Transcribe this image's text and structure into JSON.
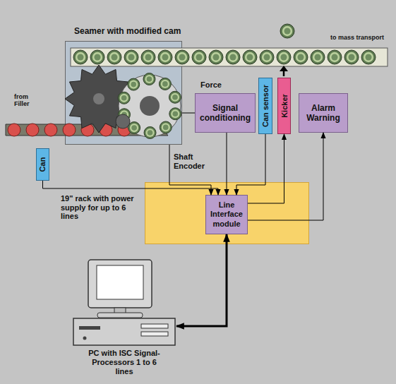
{
  "diagram": {
    "nodes": [
      {
        "text": [
          "Seamer with modified cam"
        ]
      },
      {
        "text": [
          "Signal conditioning"
        ]
      },
      {
        "text": [
          "Can sensor"
        ]
      },
      {
        "text": [
          "Kicker"
        ]
      },
      {
        "text": [
          "Alarm Warning"
        ]
      },
      {
        "text": [
          "Can"
        ]
      },
      {
        "text": [
          "19\" rack with power supply for up to 6 lines"
        ]
      },
      {
        "text": [
          "Line Interface module"
        ],
        "in": 6
      },
      {
        "text": [
          "PC with ISC Signal-Processors 1 to 6 lines"
        ]
      }
    ],
    "edges": [
      {
        "from": 0,
        "to": 1,
        "label": "Force",
        "arrow": "none"
      },
      {
        "from": 0,
        "to": 7,
        "label": "Shaft Encoder",
        "arrow": "to"
      },
      {
        "from": 5,
        "to": 7,
        "arrow": "to"
      },
      {
        "from": 1,
        "to": 7,
        "arrow": "to"
      },
      {
        "from": 2,
        "to": 7,
        "arrow": "to"
      },
      {
        "from": 7,
        "to": 3,
        "arrow": "to"
      },
      {
        "from": 7,
        "to": 4,
        "arrow": "to"
      },
      {
        "from": 7,
        "to": 8,
        "arrow": "both"
      }
    ],
    "labels": [
      "from Filler",
      "to mass transport"
    ]
  }
}
